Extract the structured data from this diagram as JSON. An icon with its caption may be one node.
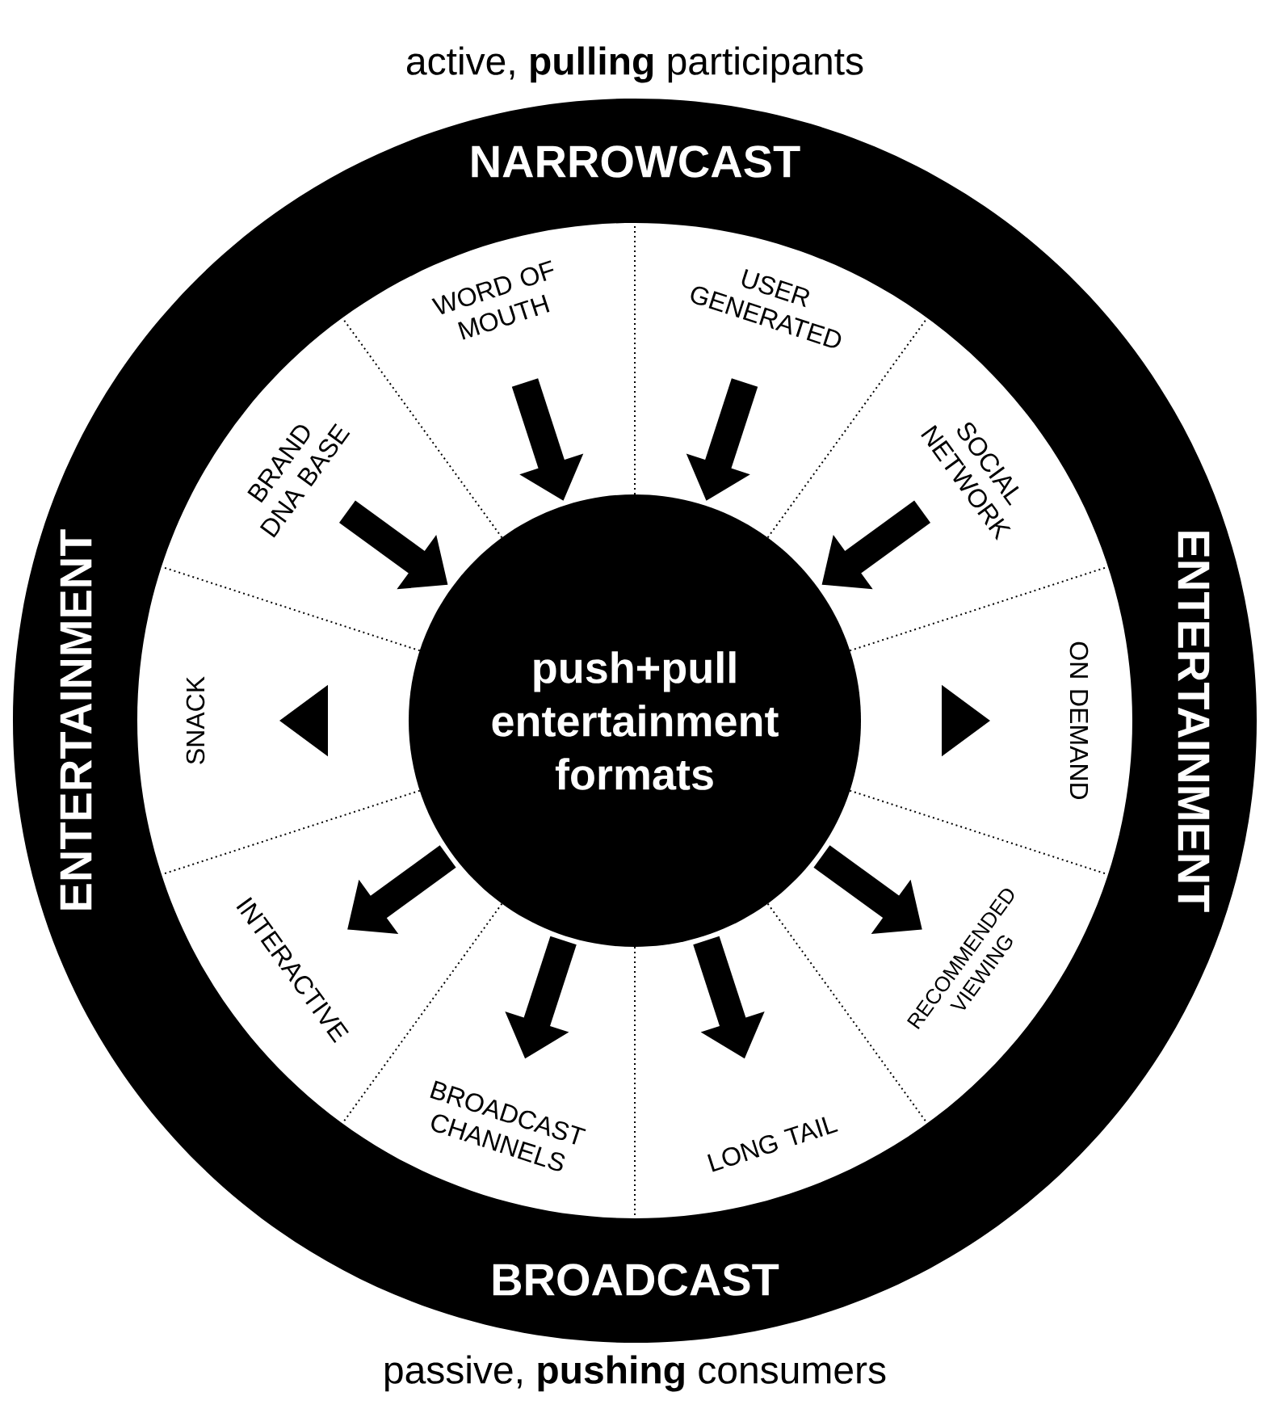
{
  "diagram": {
    "nodes": [
      {
        "text": [
          "NARROWCAST",
          "ENTERTAINMENT",
          "ENTERTAINMENT",
          "BROADCAST"
        ]
      },
      {
        "text": [
          "push+pull entertainment formats"
        ],
        "in": 0
      },
      {
        "text": [
          "WORD OF MOUTH"
        ],
        "in": 0
      },
      {
        "text": [
          "USER GENERATED"
        ],
        "in": 0
      },
      {
        "text": [
          "BRAND DNA BASE"
        ],
        "in": 0
      },
      {
        "text": [
          "SOCIAL NETWORK"
        ],
        "in": 0
      },
      {
        "text": [
          "SNACK"
        ],
        "in": 0
      },
      {
        "text": [
          "ON DEMAND"
        ],
        "in": 0
      },
      {
        "text": [
          "INTERACTIVE"
        ],
        "in": 0
      },
      {
        "text": [
          "RECOMMENDED VIEWING"
        ],
        "in": 0
      },
      {
        "text": [
          "BROADCAST CHANNELS"
        ],
        "in": 0
      },
      {
        "text": [
          "LONG TAIL"
        ],
        "in": 0
      }
    ],
    "edges": [
      {
        "from": 2,
        "to": 1,
        "arrow": "to"
      },
      {
        "from": 3,
        "to": 1,
        "arrow": "to"
      },
      {
        "from": 4,
        "to": 1,
        "arrow": "to"
      },
      {
        "from": 5,
        "to": 1,
        "arrow": "to"
      },
      {
        "from": 1,
        "to": 6,
        "arrow": "to"
      },
      {
        "from": 1,
        "to": 7,
        "arrow": "to"
      },
      {
        "from": 1,
        "to": 8,
        "arrow": "to"
      },
      {
        "from": 1,
        "to": 9,
        "arrow": "to"
      },
      {
        "from": 1,
        "to": 10,
        "arrow": "to"
      },
      {
        "from": 1,
        "to": 11,
        "arrow": "to"
      }
    ],
    "labels": [
      "active, **pulling** participants",
      "passive, **pushing** consumers"
    ]
  }
}
